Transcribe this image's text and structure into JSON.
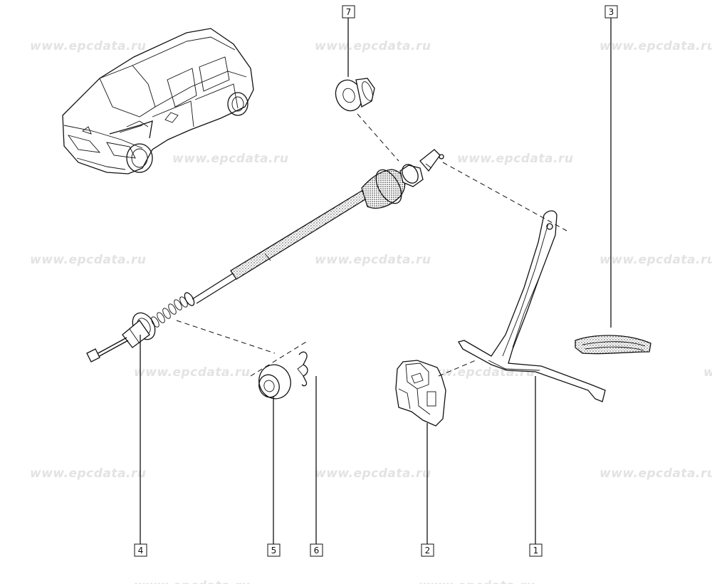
{
  "watermark": {
    "text": "www.epcdata.ru"
  },
  "callouts": [
    {
      "id": "part-1",
      "label": "1"
    },
    {
      "id": "part-2",
      "label": "2"
    },
    {
      "id": "part-3",
      "label": "3"
    },
    {
      "id": "part-4",
      "label": "4"
    },
    {
      "id": "part-5",
      "label": "5"
    },
    {
      "id": "part-6",
      "label": "6"
    },
    {
      "id": "part-7",
      "label": "7"
    }
  ],
  "colors": {
    "line": "#111111",
    "watermark": "#e3e3e3",
    "background": "#ffffff"
  }
}
